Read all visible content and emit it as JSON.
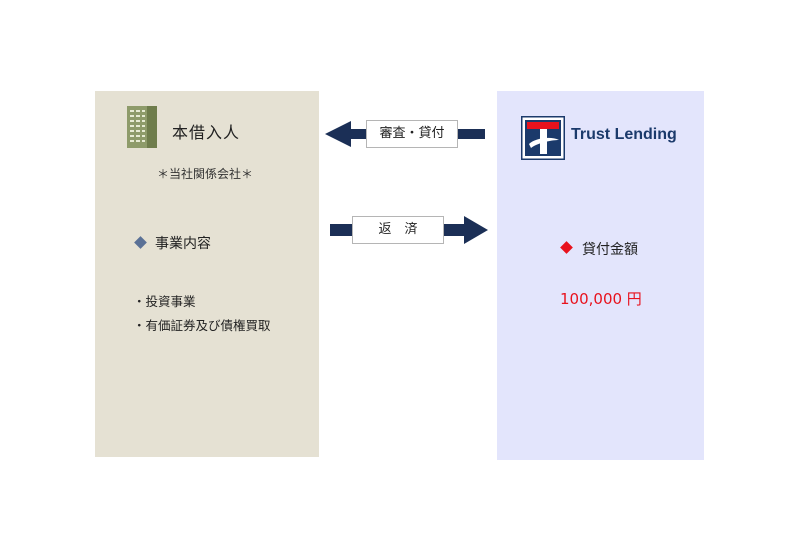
{
  "borrower": {
    "title": "本借入人",
    "note": "＊当社関係会社＊",
    "business_title": "事業内容",
    "business_items": [
      "・投資事業",
      "・有価証券及び債権買取"
    ],
    "icon": "building-icon",
    "color": "#e5e1d3"
  },
  "lender": {
    "name": "Trust Lending",
    "logo_icon": "trust-lending-logo",
    "amount_label": "貸付金額",
    "amount_value": "100,000 円",
    "color": "#e3e5fc",
    "amount_color": "#e8121d"
  },
  "flows": {
    "to_borrower": "審査・貸付",
    "to_lender": "返　済",
    "arrow_color": "#1b2f56"
  }
}
